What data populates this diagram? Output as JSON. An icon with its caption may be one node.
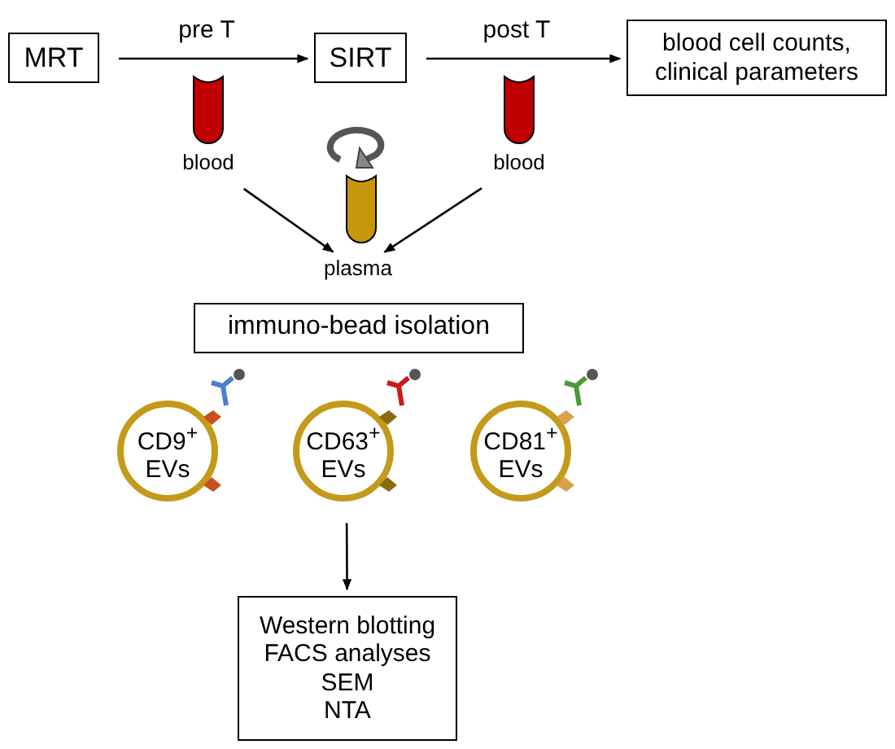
{
  "diagram": {
    "nodes": [
      {
        "text": [
          "MRT"
        ]
      },
      {
        "text": [
          "SIRT"
        ]
      },
      {
        "text": [
          "blood cell counts, clinical parameters"
        ]
      },
      {
        "text": [
          "blood"
        ]
      },
      {
        "text": [
          "blood"
        ]
      },
      {
        "text": [
          "plasma"
        ]
      },
      {
        "text": [
          "immuno-bead isolation"
        ]
      },
      {
        "text": [
          "CD9$^{+}$ EVs"
        ]
      },
      {
        "text": [
          "CD63$^{+}$ EVs"
        ]
      },
      {
        "text": [
          "CD81$^{+}$ EVs"
        ]
      },
      {
        "text": [
          "Western blotting",
          "FACS analyses",
          "SEM",
          "NTA"
        ]
      }
    ],
    "edges": [
      {
        "from": 0,
        "to": 1,
        "arrow": "to",
        "label": "pre T"
      },
      {
        "from": 1,
        "to": 2,
        "arrow": "to",
        "label": "post T"
      },
      {
        "from": 3,
        "to": 5,
        "arrow": "to"
      },
      {
        "from": 4,
        "to": 5,
        "arrow": "to"
      },
      {
        "from": 8,
        "to": 10,
        "arrow": "to"
      }
    ]
  }
}
